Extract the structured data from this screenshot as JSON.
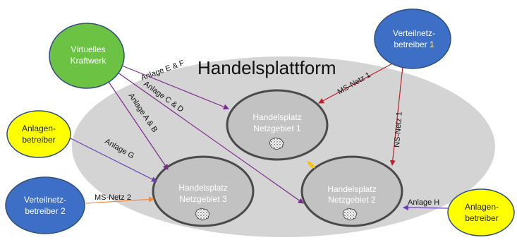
{
  "platform": {
    "title": "Handelsplattform",
    "color": "#d4d4d4"
  },
  "marketplaces": [
    {
      "line1": "Handelsplatz",
      "line2": "Netzgebiet 1"
    },
    {
      "line1": "Handelsplatz",
      "line2": "Netzgebiet 2"
    },
    {
      "line1": "Handelsplatz",
      "line2": "Netzgebiet 3"
    }
  ],
  "actors": {
    "vpp": {
      "line1": "Virtuelles",
      "line2": "Kraftwerk",
      "color": "#6cc243"
    },
    "dso1": {
      "line1": "Verteilnetz-",
      "line2": "betreiber 1",
      "color": "#3d6fc6"
    },
    "dso2": {
      "line1": "Verteilnetz-",
      "line2": "betreiber 2",
      "color": "#3d6fc6"
    },
    "operator_left": {
      "line1": "Anlagen-",
      "line2": "betreiber",
      "color": "#ffff00"
    },
    "operator_right": {
      "line1": "Anlagen-",
      "line2": "betreiber",
      "color": "#ffff00"
    }
  },
  "arrows": {
    "anlage_ef": "Anlage E & F",
    "anlage_cd": "Anlage C & D",
    "anlage_ab": "Anlage A & B",
    "anlage_g": "Anlage G",
    "anlage_h": "Anlage H",
    "ms_netz_1": "MS-Netz 1",
    "ns_netz_1": "NS-Netz 1",
    "ms_netz_2": "MS-Netz 2"
  },
  "arrow_colors": {
    "vpp": "#7a2a8c",
    "operator": "#6a3fb0",
    "dso1": "#c0202a",
    "dso2": "#f08a3c",
    "link": "#f5c200"
  }
}
